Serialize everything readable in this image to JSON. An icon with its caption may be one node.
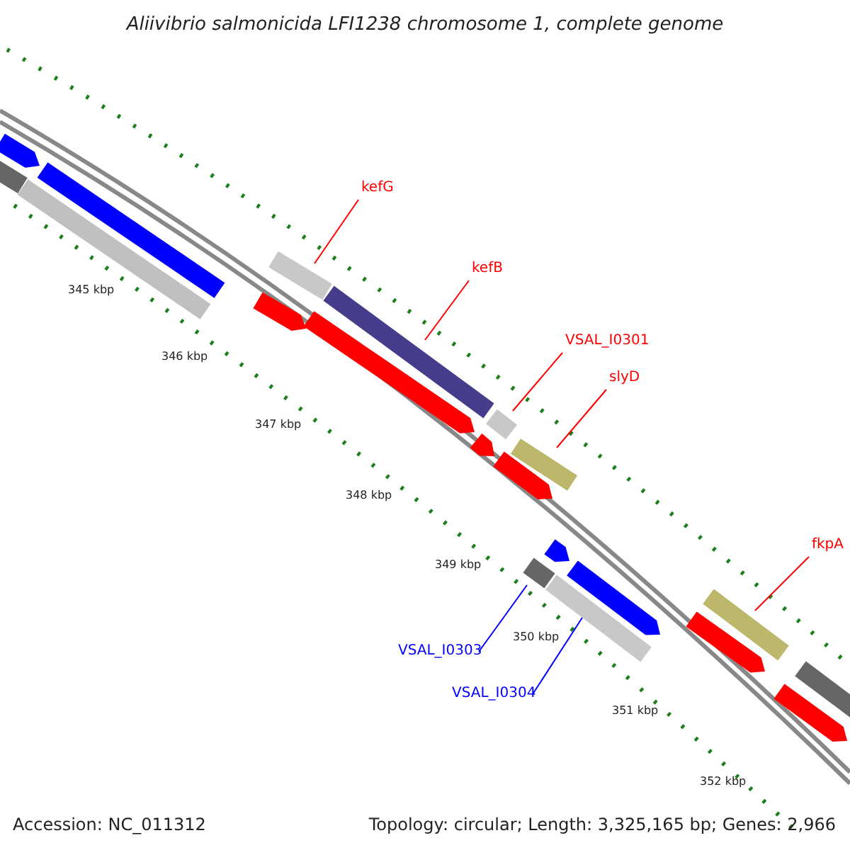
{
  "diagram": {
    "title": "Aliivibrio salmonicida LFI1238 chromosome 1, complete genome",
    "nodes": [
      {
        "text": [
          "kefG"
        ]
      },
      {
        "text": [
          "kefB"
        ]
      },
      {
        "text": [
          "VSAL_I0301"
        ]
      },
      {
        "text": [
          "slyD"
        ]
      },
      {
        "text": [
          "fkpA"
        ]
      },
      {
        "text": [
          "VSAL_I0303"
        ]
      },
      {
        "text": [
          "VSAL_I0304"
        ]
      },
      {
        "text": [],
        "shape": "bar"
      },
      {
        "text": [],
        "shape": "arrow"
      },
      {
        "text": [],
        "shape": "bar"
      },
      {
        "text": [],
        "shape": "bar"
      },
      {
        "text": [],
        "shape": "arrow"
      },
      {
        "text": [],
        "shape": "bar"
      },
      {
        "text": [],
        "shape": "arrow"
      },
      {
        "text": [],
        "shape": "bar"
      },
      {
        "text": [],
        "shape": "arrow"
      },
      {
        "text": [],
        "shape": "bar"
      },
      {
        "text": [],
        "shape": "arrow"
      },
      {
        "text": [],
        "shape": "bar"
      },
      {
        "text": [],
        "shape": "bar"
      },
      {
        "text": [],
        "shape": "arrow"
      },
      {
        "text": [],
        "shape": "bar"
      },
      {
        "text": [],
        "shape": "arrow"
      },
      {
        "text": [],
        "shape": "arrow"
      },
      {
        "text": [],
        "shape": "bar"
      },
      {
        "text": [],
        "shape": "arrow"
      },
      {
        "text": [],
        "shape": "bar"
      }
    ],
    "edges": [
      {
        "from": 0,
        "to": 12,
        "arrow": "none"
      },
      {
        "from": 1,
        "to": 14,
        "arrow": "none"
      },
      {
        "from": 2,
        "to": 16,
        "arrow": "none"
      },
      {
        "from": 3,
        "to": 18,
        "arrow": "none"
      },
      {
        "from": 4,
        "to": 24,
        "arrow": "none"
      },
      {
        "from": 5,
        "to": 19,
        "arrow": "none",
        "color": "#0000ff"
      },
      {
        "from": 6,
        "to": 21,
        "arrow": "none",
        "color": "#0000ff"
      }
    ],
    "labels": [
      "345 kbp",
      "346 kbp",
      "347 kbp",
      "348 kbp",
      "349 kbp",
      "350 kbp",
      "351 kbp",
      "352 kbp",
      "Accession: NC_011312",
      "Topology: circular; Length: 3,325,165 bp; Genes: 2,966"
    ]
  }
}
